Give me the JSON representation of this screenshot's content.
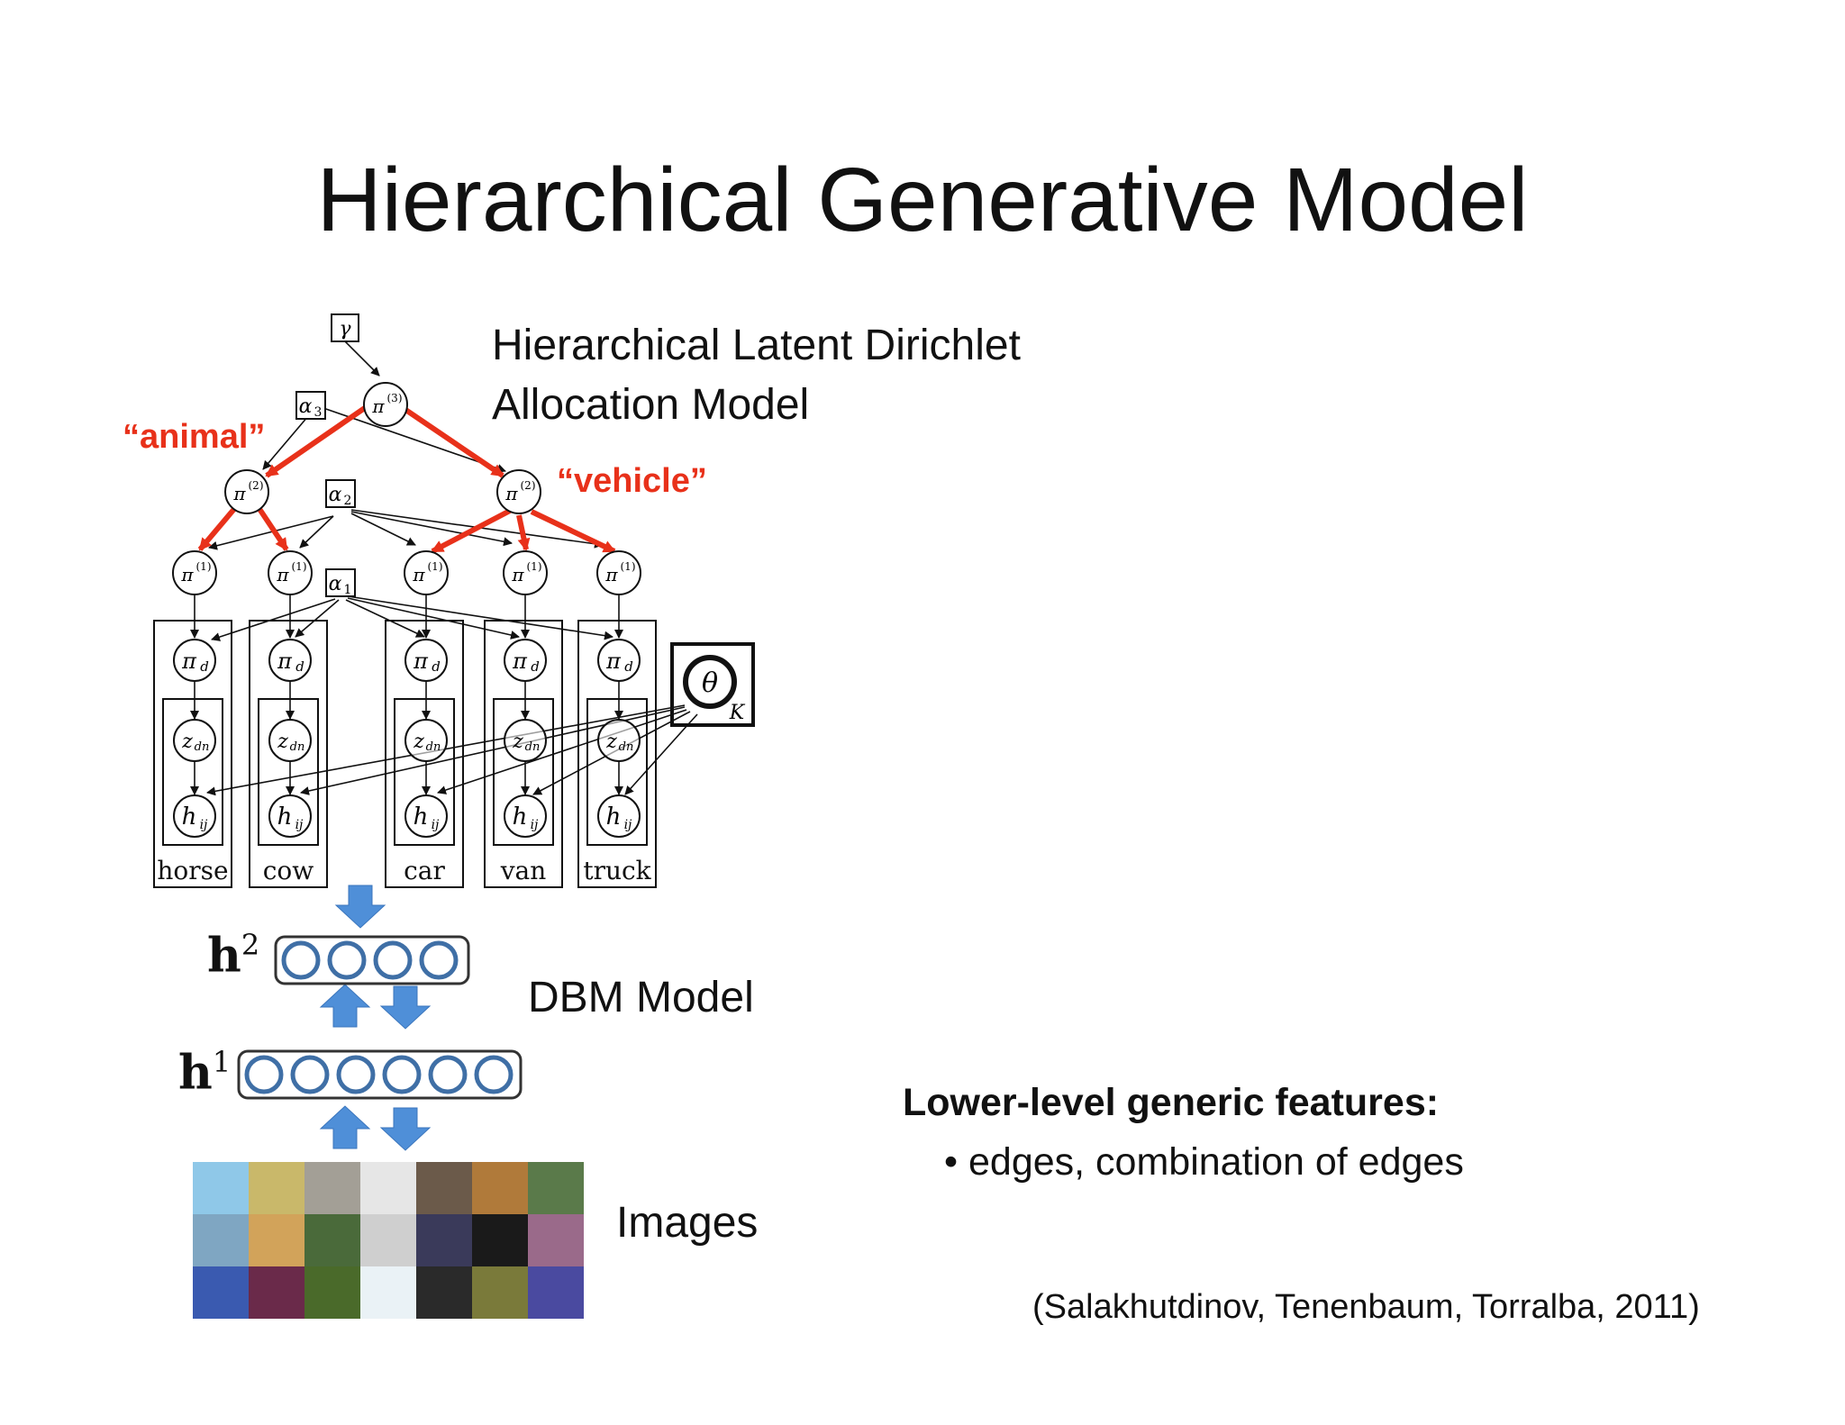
{
  "title": "Hierarchical Generative Model",
  "hlda_label": [
    "Hierarchical Latent Dirichlet",
    "Allocation Model"
  ],
  "dbm_label": "DBM Model",
  "images_label": "Images",
  "features": {
    "heading": "Lower-level generic features:",
    "bullet": "• edges, combination of edges"
  },
  "citation": "(Salakhutdinov, Tenenbaum, Torralba, 2011)",
  "tree": {
    "animal": "“animal”",
    "vehicle": "“vehicle”",
    "leaves": [
      "horse",
      "cow",
      "car",
      "van",
      "truck"
    ],
    "params": {
      "gamma": "γ",
      "alpha3": "α",
      "alpha3_sub": "3",
      "alpha2": "α",
      "alpha2_sub": "2",
      "alpha1": "α",
      "alpha1_sub": "1",
      "pi": "π",
      "pi3_sup": "(3)",
      "pi2_sup": "(2)",
      "pi1_sup": "(1)",
      "pid_sub": "d",
      "z": "z",
      "z_sub": "dn",
      "h": "h",
      "h_sub": "ij",
      "theta": "θ",
      "K": "K"
    }
  },
  "layers": {
    "h2_main": "h",
    "h2_sup": "2",
    "h1_main": "h",
    "h1_sup": "1"
  },
  "colors": {
    "red": "#e8311a",
    "arrow_blue": "#4f8fd8",
    "unit_blue": "#3f6fa6"
  }
}
